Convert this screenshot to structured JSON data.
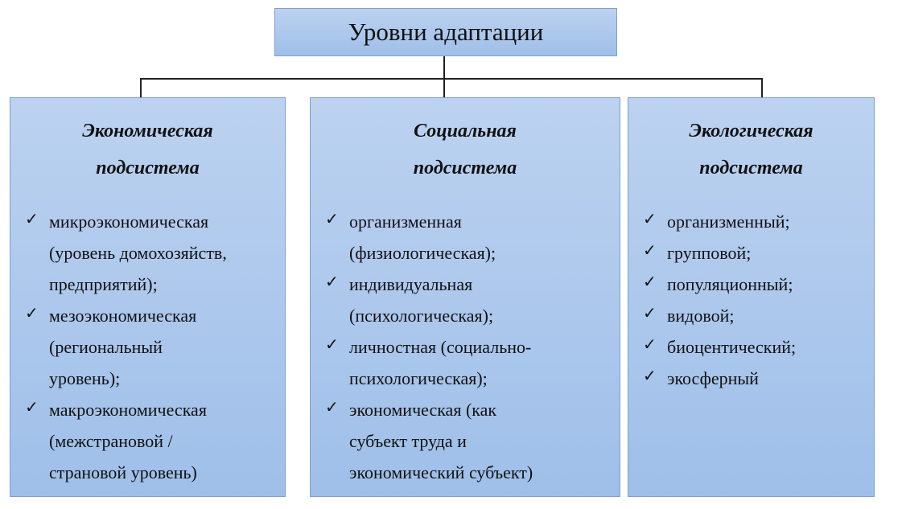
{
  "title": "Уровни адаптации",
  "columns": [
    {
      "heading": [
        "Экономическая",
        "подсистема"
      ],
      "items": [
        [
          "микроэкономическая",
          "(уровень домохозяйств,",
          "предприятий);"
        ],
        [
          "мезоэкономическая",
          "(региональный",
          "уровень);"
        ],
        [
          "макроэкономическая",
          "(межстрановой /",
          "страновой уровень)"
        ]
      ]
    },
    {
      "heading": [
        "Социальная",
        "подсистема"
      ],
      "items": [
        [
          "организменная",
          "(физиологическая);"
        ],
        [
          "индивидуальная",
          "(психологическая);"
        ],
        [
          "личностная (социально-",
          "психологическая);"
        ],
        [
          "экономическая (как",
          "субъект труда и",
          "экономический субъект)"
        ]
      ]
    },
    {
      "heading": [
        "Экологическая",
        "подсистема"
      ],
      "items": [
        [
          "организменный;"
        ],
        [
          "групповой;"
        ],
        [
          "популяционный;"
        ],
        [
          "видовой;"
        ],
        [
          "биоцентический;"
        ],
        [
          "экосферный"
        ]
      ]
    }
  ],
  "check_icon": "✓"
}
